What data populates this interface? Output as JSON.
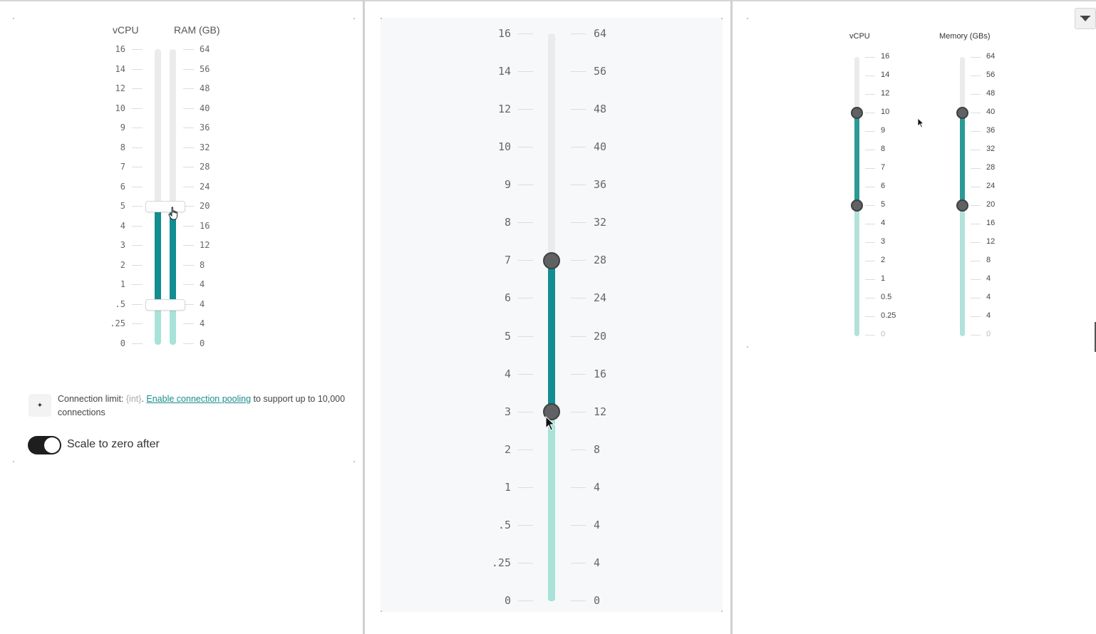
{
  "panel1": {
    "headers": {
      "vcpu": "vCPU",
      "ram": "RAM (GB)"
    },
    "vcpu_ticks": [
      "16",
      "14",
      "12",
      "10",
      "9",
      "8",
      "7",
      "6",
      "5",
      "4",
      "3",
      "2",
      "1",
      ".5",
      ".25",
      "0"
    ],
    "ram_ticks": [
      "64",
      "56",
      "48",
      "40",
      "36",
      "32",
      "28",
      "24",
      "20",
      "16",
      "12",
      "8",
      "4",
      "4",
      "4",
      "0"
    ],
    "range": {
      "min_vcpu": ".5",
      "max_vcpu": "5",
      "min_ram": "4",
      "max_ram": "20"
    },
    "info": {
      "icon": "sparkle-icon",
      "prefix": "Connection limit: ",
      "placeholder": "{int}",
      "sep": ". ",
      "link": "Enable connection pooling",
      "suffix": " to support up to 10,000 connections"
    },
    "toggle": {
      "label": "Scale to zero after",
      "on": true
    }
  },
  "panel2": {
    "vcpu_ticks": [
      "16",
      "14",
      "12",
      "10",
      "9",
      "8",
      "7",
      "6",
      "5",
      "4",
      "3",
      "2",
      "1",
      ".5",
      ".25",
      "0"
    ],
    "ram_ticks": [
      "64",
      "56",
      "48",
      "40",
      "36",
      "32",
      "28",
      "24",
      "20",
      "16",
      "12",
      "8",
      "4",
      "4",
      "4",
      "0"
    ],
    "range": {
      "min_vcpu": "3",
      "max_vcpu": "7",
      "min_ram": "12",
      "max_ram": "28"
    }
  },
  "panel3": {
    "headers": {
      "vcpu": "vCPU",
      "memory": "Memory (GBs)"
    },
    "vcpu_ticks": [
      "16",
      "14",
      "12",
      "10",
      "9",
      "8",
      "7",
      "6",
      "5",
      "4",
      "3",
      "2",
      "1",
      "0.5",
      "0.25",
      "0"
    ],
    "memory_ticks": [
      "64",
      "56",
      "48",
      "40",
      "36",
      "32",
      "28",
      "24",
      "20",
      "16",
      "12",
      "8",
      "4",
      "4",
      "4",
      "0"
    ],
    "range": {
      "min_vcpu": "5",
      "max_vcpu": "10",
      "min_memory": "20",
      "max_memory": "40"
    },
    "dropdown_icon": "triangle-down-icon"
  },
  "colors": {
    "accent_dark": "#128d91",
    "accent_light": "#a8e2d8",
    "track_grey": "#ebebeb",
    "handle": "#5f6163",
    "toggle_on": "#1e1e1e",
    "link": "#1b8c8c"
  }
}
